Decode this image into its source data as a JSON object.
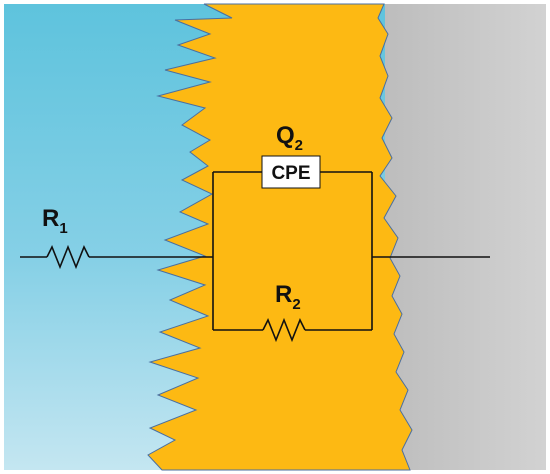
{
  "labels": {
    "r1": "R",
    "r1_sub": "1",
    "q2": "Q",
    "q2_sub": "2",
    "cpe": "CPE",
    "r2": "R",
    "r2_sub": "2"
  },
  "colors": {
    "electrolyte_top": "#5ec3dd",
    "electrolyte_bottom": "#b7e1ef",
    "coating": "#fdb913",
    "substrate": "#c2c2c2",
    "coating_edge": "#4a6fa0",
    "wire": "#111111",
    "cpe_box": "#ffffff"
  },
  "icons": [
    "resistor-r1-icon",
    "resistor-r2-icon",
    "cpe-element-icon"
  ]
}
